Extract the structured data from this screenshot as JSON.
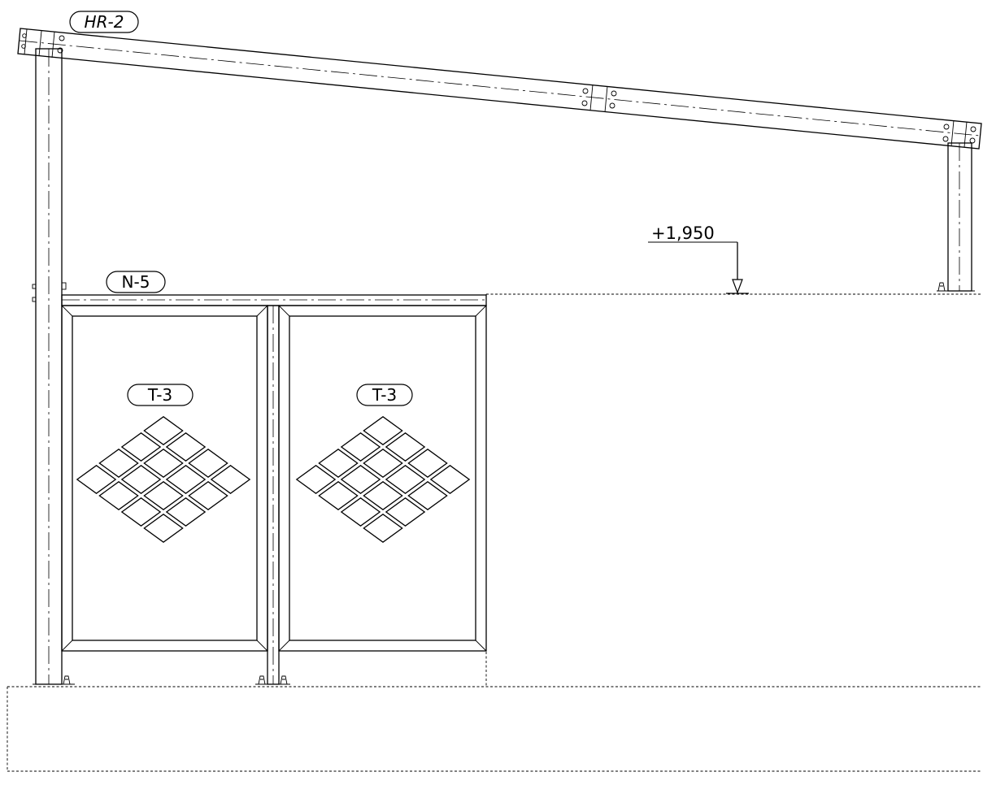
{
  "labels": {
    "beam": "HR-2",
    "rail": "N-5",
    "panel_left": "T-3",
    "panel_right": "T-3",
    "level": "+1,950"
  }
}
